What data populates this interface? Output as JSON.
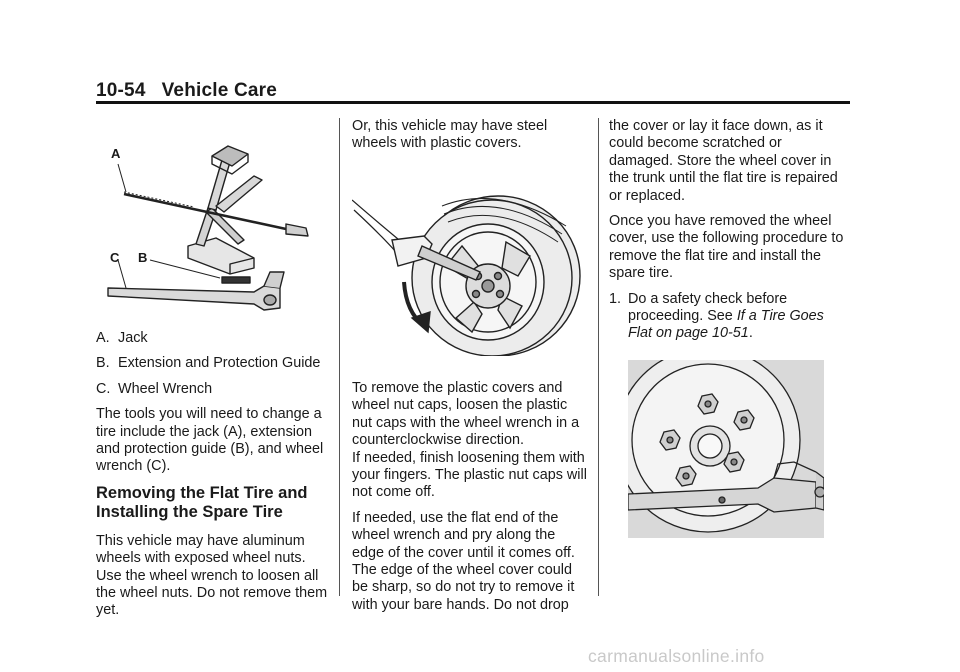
{
  "header": {
    "page_number": "10-54",
    "section_title": "Vehicle Care"
  },
  "figure_jack": {
    "callouts": {
      "a": "A",
      "b": "B",
      "c": "C"
    }
  },
  "col1": {
    "legend": [
      {
        "label": "A.",
        "text": "Jack"
      },
      {
        "label": "B.",
        "text": "Extension and Protection Guide"
      },
      {
        "label": "C.",
        "text": "Wheel Wrench"
      }
    ],
    "para1": "The tools you will need to change a tire include the jack (A), extension and protection guide (B), and wheel wrench (C).",
    "heading": "Removing the Flat Tire and Installing the Spare Tire",
    "para2": "This vehicle may have aluminum wheels with exposed wheel nuts. Use the wheel wrench to loosen all the wheel nuts. Do not remove them yet."
  },
  "col2": {
    "intro": "Or, this vehicle may have steel wheels with plastic covers.",
    "para1_line1": "To remove the plastic covers and wheel nut caps, loosen the plastic nut caps with the wheel wrench in a counterclockwise direction.",
    "para1_line2": "If needed, finish loosening them with your fingers. The plastic nut caps will not come off.",
    "para2": "If needed, use the flat end of the wheel wrench and pry along the edge of the cover until it comes off. The edge of the wheel cover could be sharp, so do not try to remove it with your bare hands. Do not drop"
  },
  "col3": {
    "para1": "the cover or lay it face down, as it could become scratched or damaged. Store the wheel cover in the trunk until the flat tire is repaired or replaced.",
    "para2": "Once you have removed the wheel cover, use the following procedure to remove the flat tire and install the spare tire.",
    "step_number": "1.",
    "step_text": "Do a safety check before proceeding. See",
    "step_link": "If a Tire Goes Flat on page 10-51",
    "step_end": "."
  },
  "watermark": "carmanualsonline.info"
}
